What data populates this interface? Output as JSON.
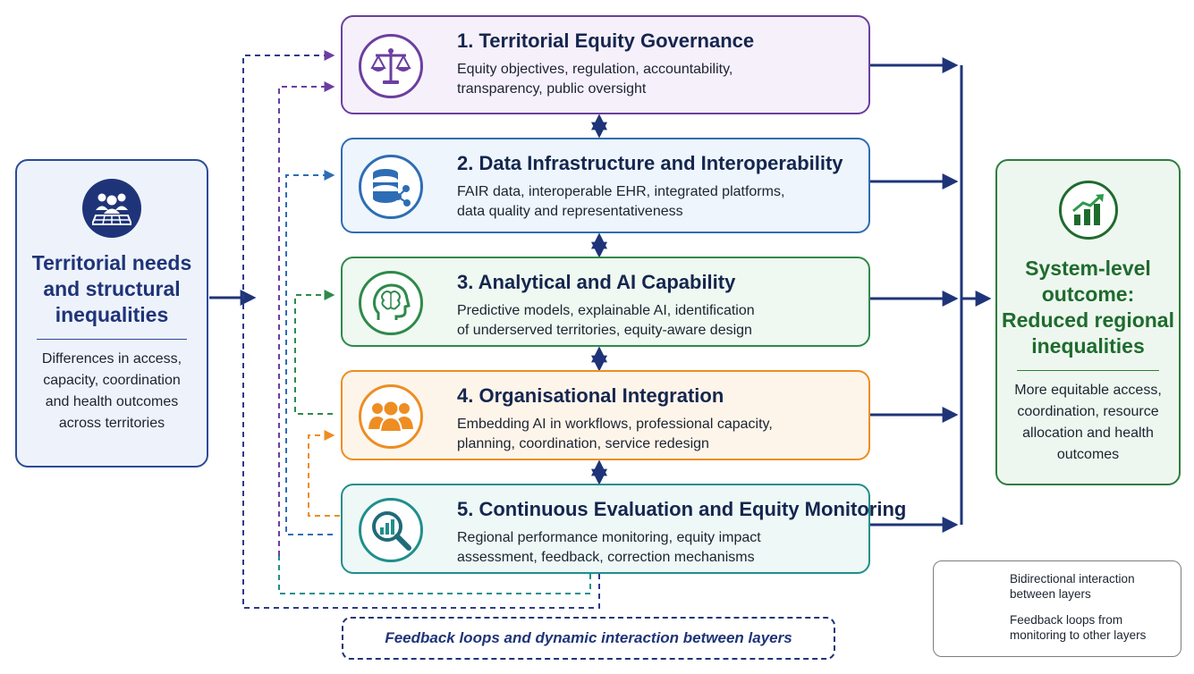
{
  "left_box": {
    "title_lines": [
      "Territorial needs",
      "and structural",
      "inequalities"
    ],
    "description_lines": [
      "Differences in access,",
      "capacity, coordination",
      "and health outcomes",
      "across territories"
    ],
    "icon": "people-map-icon"
  },
  "layers": [
    {
      "title": "1. Territorial Equity Governance",
      "description_lines": [
        "Equity objectives, regulation, accountability,",
        "transparency, public oversight"
      ],
      "icon": "scales-icon",
      "color": "#6b3fa0",
      "fill": "#f6f0fb"
    },
    {
      "title": "2. Data Infrastructure and Interoperability",
      "description_lines": [
        "FAIR data, interoperable EHR, integrated platforms,",
        "data quality and representativeness"
      ],
      "icon": "database-share-icon",
      "color": "#2d6db5",
      "fill": "#eef5fc"
    },
    {
      "title": "3. Analytical and AI Capability",
      "description_lines": [
        "Predictive models, explainable AI, identification",
        "of underserved territories, equity-aware design"
      ],
      "icon": "ai-head-icon",
      "color": "#2e8a4a",
      "fill": "#eff8f1"
    },
    {
      "title": "4. Organisational Integration",
      "description_lines": [
        "Embedding AI in workflows, professional capacity,",
        "planning, coordination, service redesign"
      ],
      "icon": "team-icon",
      "color": "#ee8d22",
      "fill": "#fef5ea"
    },
    {
      "title": "5. Continuous Evaluation and Equity Monitoring",
      "description_lines": [
        "Regional performance monitoring, equity impact",
        "assessment, feedback, correction mechanisms"
      ],
      "icon": "magnifier-chart-icon",
      "color": "#1f8f8c",
      "fill": "#eef8f7"
    }
  ],
  "right_box": {
    "title_lines": [
      "System-level",
      "outcome:",
      "Reduced regional",
      "inequalities"
    ],
    "description_lines": [
      "More equitable access,",
      "coordination, resource",
      "allocation and health",
      "outcomes"
    ],
    "icon": "growth-chart-icon"
  },
  "legend": {
    "bidirectional_lines": [
      "Bidirectional interaction",
      "between layers"
    ],
    "feedback_lines": [
      "Feedback loops from",
      "monitoring to other layers"
    ]
  },
  "feedback_label": "Feedback loops and dynamic interaction between layers",
  "colors": {
    "navy": "#1f3478",
    "left_border": "#2b4a9a",
    "left_fill": "#eef3fb",
    "right_border": "#2e7d3e",
    "right_fill": "#eef7ef",
    "right_title": "#1f6b2e"
  }
}
